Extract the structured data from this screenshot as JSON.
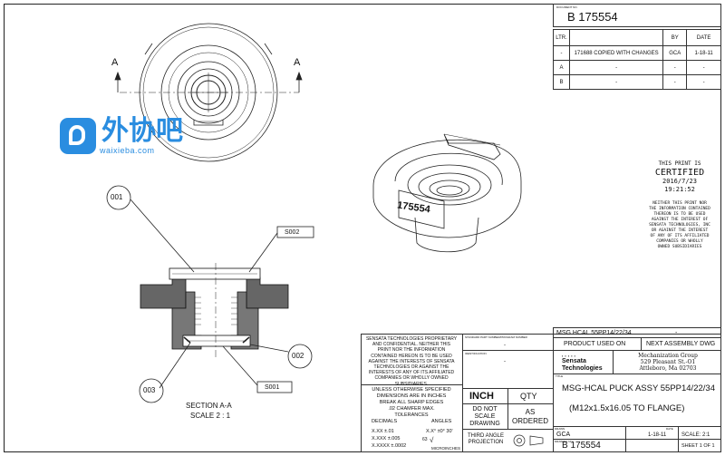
{
  "watermark": {
    "brand_cn": "外协吧",
    "url": "waixieba.com"
  },
  "drawing": {
    "section_arrow_label": "A",
    "balloons": [
      "001",
      "002",
      "003"
    ],
    "callouts": [
      "S002",
      "S001"
    ],
    "section_title": "SECTION A-A",
    "section_scale": "SCALE 2 : 1",
    "part_marking": "175554"
  },
  "title_block": {
    "doc_no_label": "DOCUMENT NO.",
    "doc_no": "B  175554",
    "rev_headers": [
      "LTR.",
      "",
      "BY",
      "DATE"
    ],
    "rev_rows": [
      [
        "-",
        "171688 COPIED WITH CHANGES",
        "GCA",
        "1-18-11"
      ],
      [
        "A",
        "-",
        "-",
        "-"
      ],
      [
        "B",
        "-",
        "-",
        "-"
      ]
    ],
    "certified": [
      "THIS PRINT IS",
      "CERTIFIED",
      "2016/7/23",
      "19:21:52"
    ],
    "cert_notice": [
      "NEITHER THIS PRINT NOR",
      "THE INFORMATION CONTAINED",
      "THEREON IS TO BE USED",
      "AGAINST THE INTEREST OF",
      "SENSATA TECHNOLOGIES, INC",
      "OR AGAINST THE INTEREST",
      "OF ANY OF ITS AFFILIATED",
      "COMPANIES OR WHOLLY",
      "OWNED SUBSIDIARIES"
    ],
    "proprietary": [
      "SENSATA TECHNOLOGIES PROPRIETARY",
      "AND CONFIDENTIAL. NEITHER THIS",
      "PRINT NOR THE INFORMATION",
      "CONTAINED HEREON IS TO BE USED",
      "AGAINST THE INTERESTS OF SENSATA",
      "TECHNOLOGIES OR AGAINST THE",
      "INTERESTS OF ANY OF ITS AFFILIATED",
      "COMPANIES OR WHOLLY OWNED",
      "SUBSIDIARIES."
    ],
    "tolerance_notes": [
      "UNLESS OTHERWISE SPECIFIED",
      "DIMENSIONS ARE IN INCHES",
      "BREAK ALL SHARP EDGES",
      ".02 CHAMFER MAX.",
      "TOLERANCES"
    ],
    "decimals_label": "DECIMALS",
    "angles_label": "ANGLES",
    "tolerances": [
      "X.XX   ±.01",
      "X.XXX  ±.005",
      "X.XXXX ±.0002"
    ],
    "angle_tol": "X.X° ±0° 30'",
    "finish": "63",
    "microinches": "MICROINCHES",
    "std_part_label": "STANDARD PART NUMBER/PROGRAM NUMBER",
    "std_part_value": "-",
    "ident_label": "IDENTIFICATION",
    "ident_value": "-",
    "inch": "INCH",
    "qty": "QTY",
    "do_not_scale": [
      "DO NOT",
      "SCALE",
      "DRAWING"
    ],
    "as_ordered": [
      "AS",
      "ORDERED"
    ],
    "third_angle": [
      "THIRD ANGLE",
      "PROJECTION"
    ],
    "product_used_on_value": "MSG HCAL 55PP14/22/34",
    "next_assy_value": "-",
    "product_used_on_label": "PRODUCT USED ON",
    "next_assy_label": "NEXT ASSEMBLY DWG",
    "company_logo": "Sensata Technologies",
    "company_addr": [
      "Mechanization Group",
      "529 Pleasant St.-O1",
      "Attleboro, Ma 02703"
    ],
    "title_label": "TITLE",
    "title_line1": "MSG-HCAL PUCK ASSY 55PP14/22/34",
    "title_line2": "(M12x1.5x16.05 TO FLANGE)",
    "drawn_label": "DRAWN",
    "drawn": "GCA",
    "date_label": "DATE",
    "date": "1-18-11",
    "scale": "SCALE: 2:1",
    "drawing_no_label": "DRAWING NO.",
    "drawing_no": "B  175554",
    "sheet": "SHEET 1 OF 1"
  }
}
